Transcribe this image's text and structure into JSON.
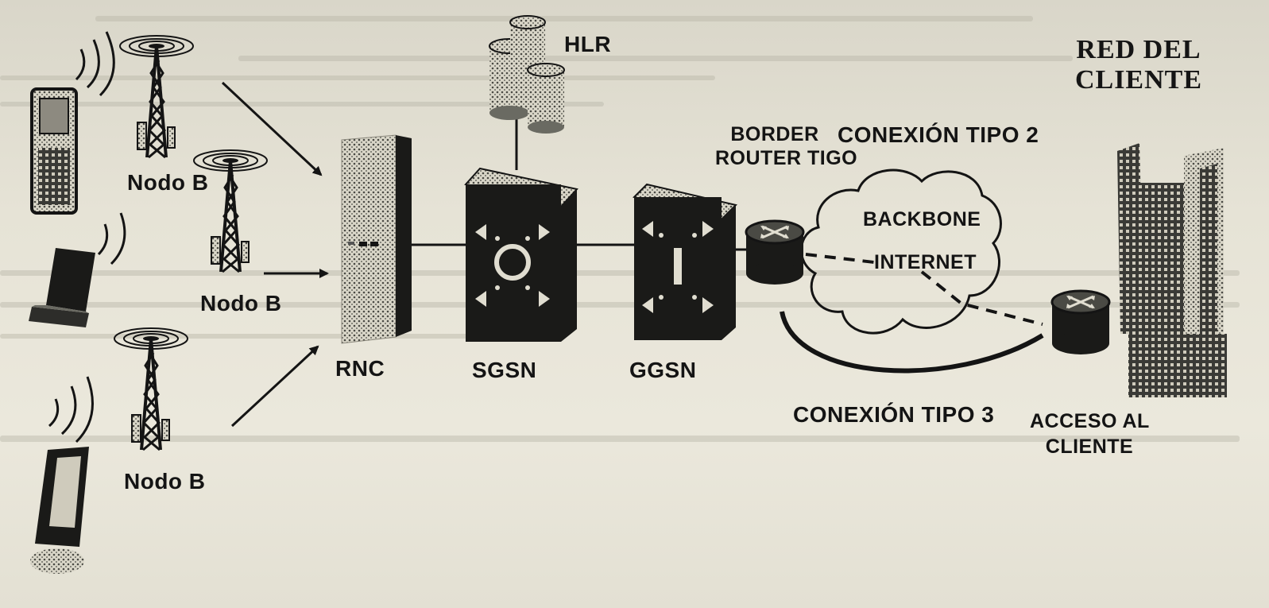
{
  "diagram": {
    "title": [
      "RED DEL",
      "CLIENTE"
    ],
    "labels": {
      "nodo_b_top": "Nodo B",
      "nodo_b_mid": "Nodo B",
      "nodo_b_bottom": "Nodo B",
      "hlr": "HLR",
      "rnc": "RNC",
      "sgsn": "SGSN",
      "ggsn": "GGSN",
      "border_router": [
        "BORDER",
        "ROUTER TIGO"
      ],
      "conexion_tipo_2": "CONEXIÓN TIPO 2",
      "conexion_tipo_3": "CONEXIÓN TIPO 3",
      "backbone": "BACKBONE",
      "internet": "INTERNET",
      "acceso_cliente": [
        "ACCESO AL",
        "CLIENTE"
      ]
    },
    "icons": [
      "mobile-phone-icon",
      "laptop-icon",
      "pda-icon",
      "antenna-tower-icon",
      "rnc-cabinet-icon",
      "switch-icon",
      "database-icon",
      "router-icon",
      "cloud-icon",
      "buildings-icon"
    ],
    "colors": {
      "ink": "#141414",
      "paper": "#e6e3d6"
    }
  }
}
